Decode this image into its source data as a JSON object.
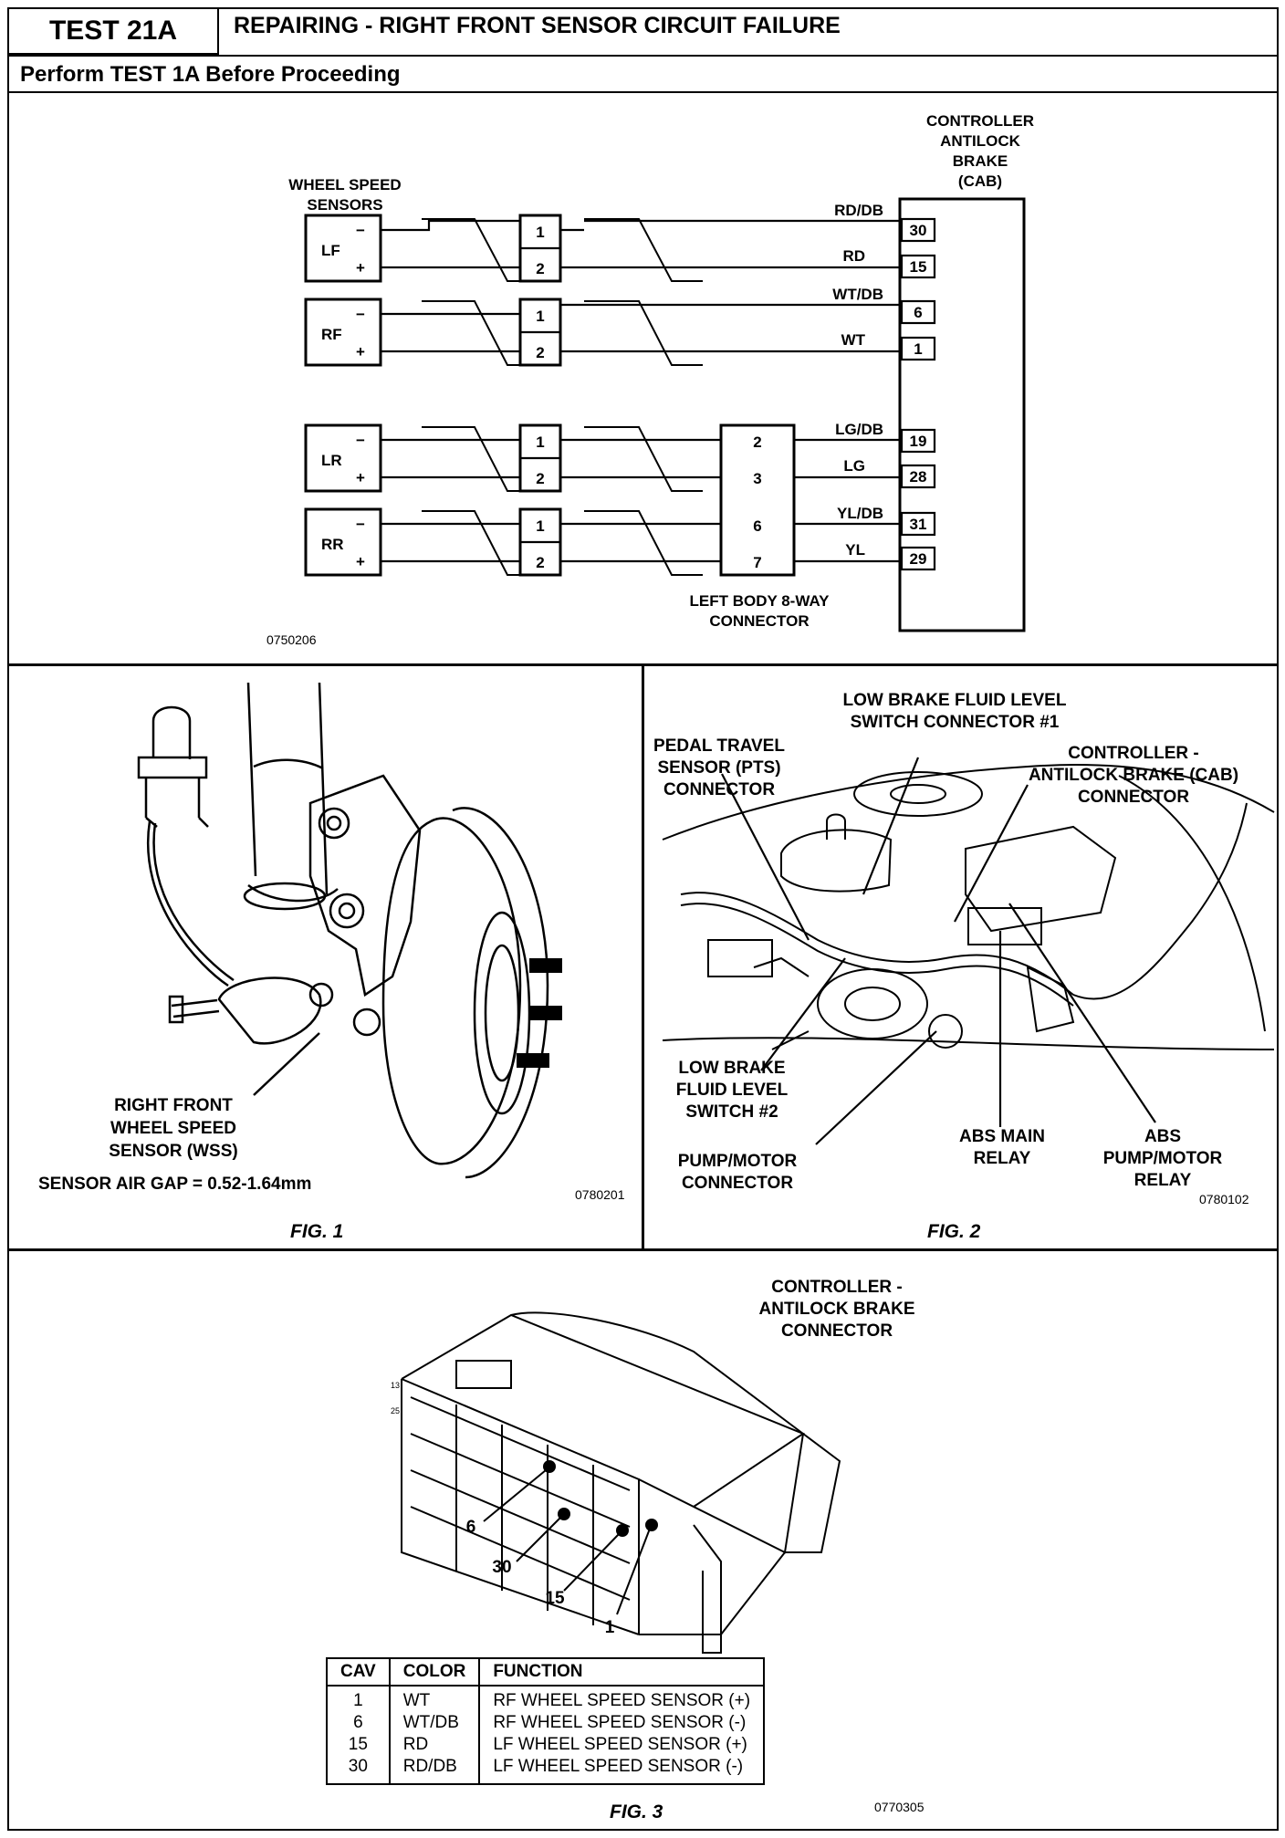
{
  "header": {
    "test_id": "TEST 21A",
    "title": "REPAIRING - RIGHT FRONT SENSOR CIRCUIT FAILURE",
    "prereq": "Perform TEST 1A Before Proceeding"
  },
  "wiring": {
    "cab_title": [
      "CONTROLLER",
      "ANTILOCK",
      "BRAKE",
      "(CAB)"
    ],
    "sensors_title": [
      "WHEEL SPEED",
      "SENSORS"
    ],
    "sensors": [
      "LF",
      "RF",
      "LR",
      "RR"
    ],
    "minus": "−",
    "plus": "+",
    "pin1": "1",
    "pin2": "2",
    "wires": [
      "RD/DB",
      "RD",
      "WT/DB",
      "WT",
      "LG/DB",
      "LG",
      "YL/DB",
      "YL"
    ],
    "cab_pins": [
      "30",
      "15",
      "6",
      "1",
      "19",
      "28",
      "31",
      "29"
    ],
    "body_pins": [
      "2",
      "3",
      "6",
      "7"
    ],
    "body_connector": [
      "LEFT BODY 8-WAY",
      "CONNECTOR"
    ],
    "code": "0750206"
  },
  "fig1": {
    "label": "FIG. 1",
    "code": "0780201",
    "callout": [
      "RIGHT FRONT",
      "WHEEL SPEED",
      "SENSOR (WSS)"
    ],
    "air_gap": "SENSOR AIR GAP = 0.52-1.64mm"
  },
  "fig2": {
    "label": "FIG. 2",
    "code": "0780102",
    "callouts": {
      "low_fluid_1": [
        "LOW BRAKE FLUID LEVEL",
        "SWITCH CONNECTOR #1"
      ],
      "pedal": [
        "PEDAL TRAVEL",
        "SENSOR (PTS)",
        "CONNECTOR"
      ],
      "cab_conn": [
        "CONTROLLER -",
        "ANTILOCK BRAKE (CAB)",
        "CONNECTOR"
      ],
      "low_fluid_2": [
        "LOW BRAKE",
        "FLUID LEVEL",
        "SWITCH #2"
      ],
      "pump_conn": [
        "PUMP/MOTOR",
        "CONNECTOR"
      ],
      "abs_main": [
        "ABS MAIN",
        "RELAY"
      ],
      "abs_pump": [
        "ABS",
        "PUMP/MOTOR",
        "RELAY"
      ]
    }
  },
  "fig3": {
    "label": "FIG. 3",
    "code": "0770305",
    "title": [
      "CONTROLLER -",
      "ANTILOCK BRAKE",
      "CONNECTOR"
    ],
    "pin_callouts": [
      "6",
      "30",
      "15",
      "1"
    ],
    "side_nums": [
      "13",
      "25"
    ],
    "table": {
      "headers": [
        "CAV",
        "COLOR",
        "FUNCTION"
      ],
      "rows": [
        [
          "1",
          "WT",
          "RF WHEEL SPEED SENSOR (+)"
        ],
        [
          "6",
          "WT/DB",
          "RF WHEEL SPEED SENSOR (-)"
        ],
        [
          "15",
          "RD",
          "LF WHEEL SPEED SENSOR (+)"
        ],
        [
          "30",
          "RD/DB",
          "LF WHEEL SPEED SENSOR (-)"
        ]
      ]
    }
  }
}
